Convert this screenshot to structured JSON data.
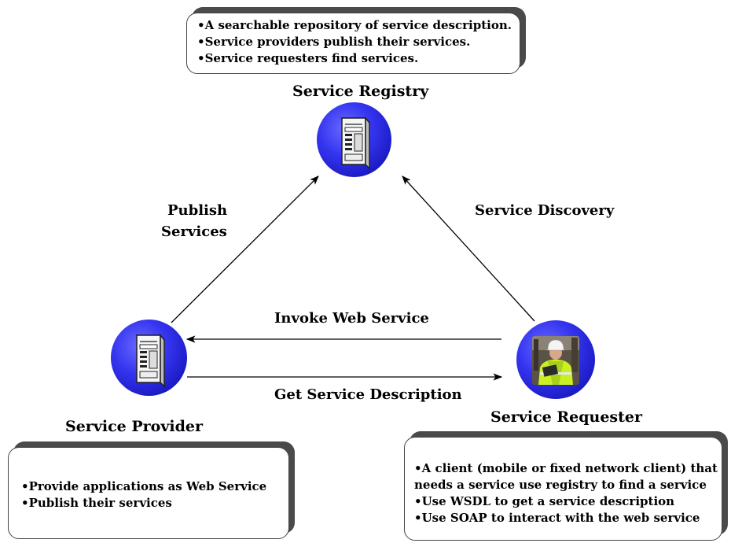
{
  "registry_box": {
    "lines": [
      "•A searchable repository of service description.",
      "•Service providers publish their services.",
      "•Service requesters find services."
    ]
  },
  "provider_box": {
    "lines": [
      "•Provide applications as Web Service",
      "•Publish their services"
    ]
  },
  "requester_box": {
    "lines": [
      "•A client (mobile or fixed network client) that",
      "needs a service use registry to find a service",
      "•Use WSDL to get a service description",
      "•Use SOAP to interact with the web service"
    ]
  },
  "nodes": {
    "registry": {
      "label": "Service Registry",
      "icon": "server-icon"
    },
    "provider": {
      "label": "Service Provider",
      "icon": "server-icon"
    },
    "requester": {
      "label": "Service Requester",
      "icon": "worker-photo"
    }
  },
  "edges": {
    "publish": {
      "line1": "Publish",
      "line2": "Services"
    },
    "discovery": {
      "label": "Service Discovery"
    },
    "invoke": {
      "label": "Invoke Web Service"
    },
    "get_description": {
      "label": "Get Service Description"
    }
  },
  "colors": {
    "node_fill": "#2a2ae6",
    "box_shadow": "#4a4a4a"
  }
}
